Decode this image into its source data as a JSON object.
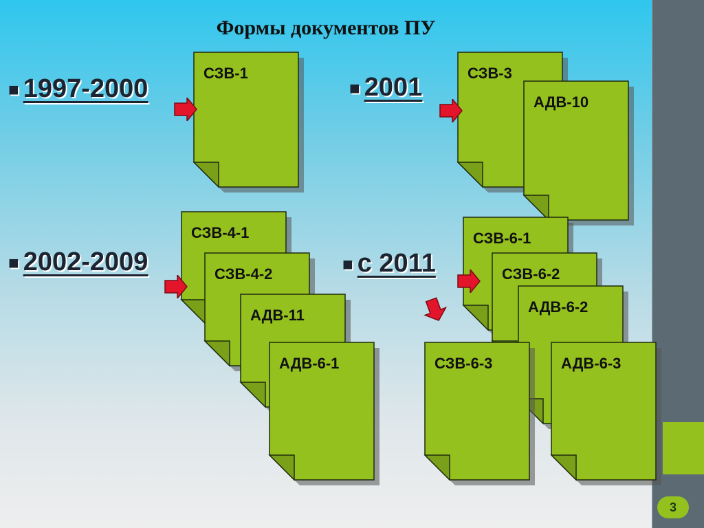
{
  "slide": {
    "title": "Формы документов ПУ",
    "page_number": "3"
  },
  "groups": [
    {
      "id": "g1997",
      "label": "1997-2000",
      "docs": [
        "СЗВ-1"
      ]
    },
    {
      "id": "g2001",
      "label": "2001",
      "docs": [
        "СЗВ-3",
        "АДВ-10"
      ]
    },
    {
      "id": "g2002",
      "label": "2002-2009",
      "docs": [
        "СЗВ-4-1",
        "СЗВ-4-2",
        "АДВ-11",
        "АДВ-6-1"
      ]
    },
    {
      "id": "g2011",
      "label": "с 2011",
      "docs": [
        "СЗВ-6-1",
        "СЗВ-6-2",
        "АДВ-6-2",
        "СЗВ-6-3",
        "АДВ-6-3"
      ]
    }
  ],
  "colors": {
    "doc_fill": "#95c11f",
    "arrow_fill": "#e3152b",
    "sidebar": "#5c6b73"
  },
  "icons": {
    "bullet": "■",
    "doc": "document-page-icon",
    "arrow": "red-arrow-icon"
  }
}
